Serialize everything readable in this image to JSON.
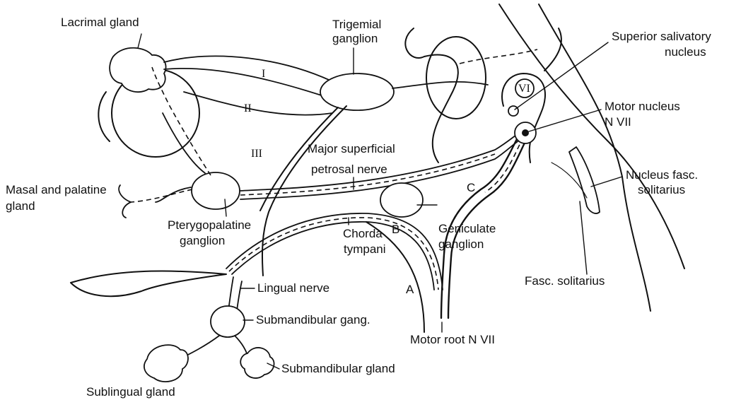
{
  "labels": {
    "lacrimal_gland": "Lacrimal gland",
    "trigemial_1": "Trigemial",
    "trigemial_2": "ganglion",
    "superior_1": "Superior salivatory",
    "superior_2": "nucleus",
    "motor_nucleus_1": "Motor nucleus",
    "motor_nucleus_2": "N VII",
    "major_1": "Major superficial",
    "major_2": "petrosal nerve",
    "nasal_1": "Masal and palatine",
    "nasal_2": "gland",
    "nucleus_fasc_1": "Nucleus fasc.",
    "nucleus_fasc_2": "solitarius",
    "ptery_1": "Pterygopalatine",
    "ptery_2": "ganglion",
    "chorda_1": "Chorda",
    "chorda_2": "tympani",
    "geniculate_1": "Geniculate",
    "geniculate_2": "ganglion",
    "lingual": "Lingual nerve",
    "submand_gang": "Submandibular gang.",
    "submand_gland": "Submandibular gland",
    "sublingual": "Sublingual gland",
    "motor_root": "Motor root N VII",
    "fasc_solitarius": "Fasc. solitarius"
  },
  "markers": {
    "roman_1": "I",
    "roman_2": "II",
    "roman_3": "III",
    "abducens": "VI",
    "letter_a": "A",
    "letter_b": "B",
    "letter_c": "C"
  }
}
